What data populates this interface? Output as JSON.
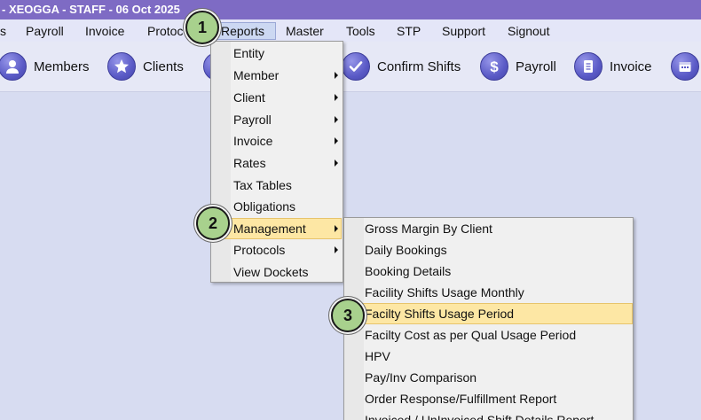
{
  "titlebar": {
    "text": "- XEOGGA - STAFF - 06 Oct 2025"
  },
  "menubar": {
    "items": [
      {
        "label": "s"
      },
      {
        "label": "Payroll"
      },
      {
        "label": "Invoice"
      },
      {
        "label": "Protoco"
      },
      {
        "label": "Reports"
      },
      {
        "label": "Master"
      },
      {
        "label": "Tools"
      },
      {
        "label": "STP"
      },
      {
        "label": "Support"
      },
      {
        "label": "Signout"
      }
    ]
  },
  "toolbar": {
    "items": [
      {
        "label": "Members",
        "icon": "person-icon"
      },
      {
        "label": "Clients",
        "icon": "star-icon"
      },
      {
        "label": "Confirm Shifts",
        "icon": "checkmark-icon"
      },
      {
        "label": "Payroll",
        "icon": "dollar-icon"
      },
      {
        "label": "Invoice",
        "icon": "document-icon"
      },
      {
        "label": "",
        "icon": "calendar-icon"
      }
    ]
  },
  "reports_menu": {
    "items": [
      {
        "label": "Entity",
        "submenu": false
      },
      {
        "label": "Member",
        "submenu": true
      },
      {
        "label": "Client",
        "submenu": true
      },
      {
        "label": "Payroll",
        "submenu": true
      },
      {
        "label": "Invoice",
        "submenu": true
      },
      {
        "label": "Rates",
        "submenu": true
      },
      {
        "label": "Tax Tables",
        "submenu": false
      },
      {
        "label": "Obligations",
        "submenu": false
      },
      {
        "label": "Management",
        "submenu": true,
        "highlighted": true
      },
      {
        "label": "Protocols",
        "submenu": true
      },
      {
        "label": "View Dockets",
        "submenu": false
      }
    ]
  },
  "management_menu": {
    "items": [
      {
        "label": "Gross Margin By Client"
      },
      {
        "label": "Daily Bookings"
      },
      {
        "label": "Booking Details"
      },
      {
        "label": "Facility Shifts Usage Monthly"
      },
      {
        "label": "Facilty Shifts Usage Period",
        "highlighted": true
      },
      {
        "label": "Facilty Cost as per Qual Usage Period"
      },
      {
        "label": "HPV"
      },
      {
        "label": "Pay/Inv Comparison"
      },
      {
        "label": "Order Response/Fulfillment Report"
      },
      {
        "label": "Invoiced / UnInvoiced Shift Details Report"
      }
    ]
  },
  "badges": [
    "1",
    "2",
    "3"
  ],
  "colors": {
    "titlebar": "#7e6bc4",
    "menubar": "#e4e6f8",
    "highlight": "#fde7a4",
    "badge": "#a8d18d",
    "icon": "#5a5ac6"
  }
}
